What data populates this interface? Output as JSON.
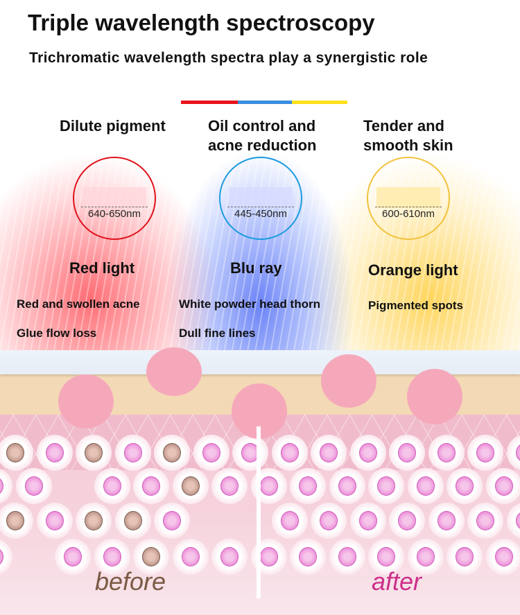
{
  "title": "Triple wavelength spectroscopy",
  "subtitle": "Trichromatic wavelength spectra play a synergistic role",
  "colors": {
    "red": "#e8141c",
    "blue": "#3a8de0",
    "yellow": "#ffe01a"
  },
  "lights": [
    {
      "benefit_line1": "Dilute pigment",
      "benefit_line2": "",
      "wavelength": "640-650nm",
      "name": "Red light",
      "effects": [
        "Red and swollen acne",
        "Glue flow loss"
      ]
    },
    {
      "benefit_line1": "Oil control and",
      "benefit_line2": "acne reduction",
      "wavelength": "445-450nm",
      "name": "Blu ray",
      "effects": [
        "White powder head thorn",
        "Dull fine lines"
      ]
    },
    {
      "benefit_line1": "Tender and",
      "benefit_line2": "smooth skin",
      "wavelength": "600-610nm",
      "name": "Orange light",
      "effects": [
        "Pigmented spots"
      ]
    }
  ],
  "comparison": {
    "before": "before",
    "after": "after"
  }
}
